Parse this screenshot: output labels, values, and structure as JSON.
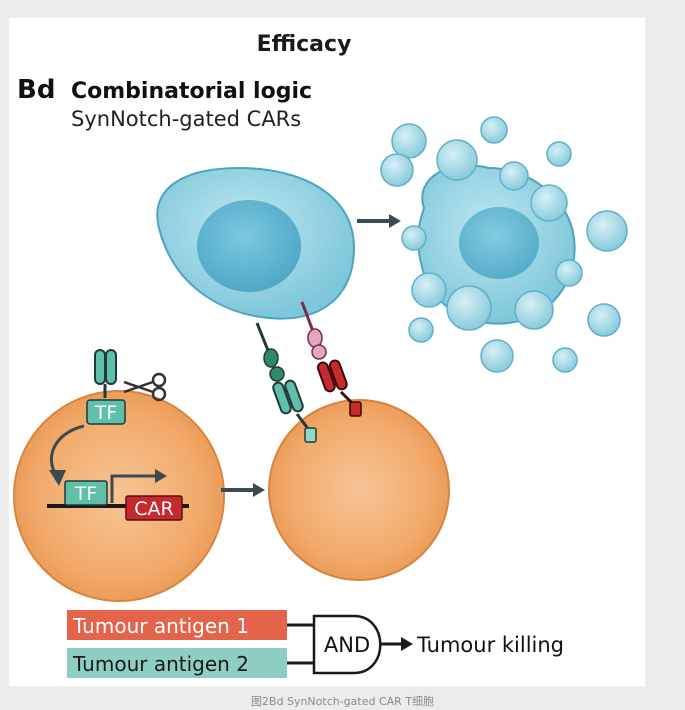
{
  "figure": {
    "title": "Efficacy",
    "panel_label": "Bd",
    "heading": "Combinatorial logic",
    "subheading": "SynNotch-gated CARs",
    "tf_top_label": "TF",
    "tf_gene_label": "TF",
    "car_gene_label": "CAR",
    "gate_label": "AND",
    "output_label": "Tumour killing",
    "antigen_1_label": "Tumour antigen 1",
    "antigen_2_label": "Tumour antigen 2",
    "scissors_icon": "scissors-icon",
    "colors": {
      "t_cell": "#8fd0e0",
      "t_cell_nucleus": "#57b3cf",
      "tumour_cell": "#f0a868",
      "tumour_cell_center": "#f6c08e",
      "synnotch_teal": "#5fbfa8",
      "car_red": "#c42a2e",
      "antigen_1_box": "#e4634b",
      "antigen_2_box": "#8fcfc3",
      "arrow": "#3b4a52"
    }
  },
  "caption": "图2Bd SynNotch-gated CAR T细胞"
}
